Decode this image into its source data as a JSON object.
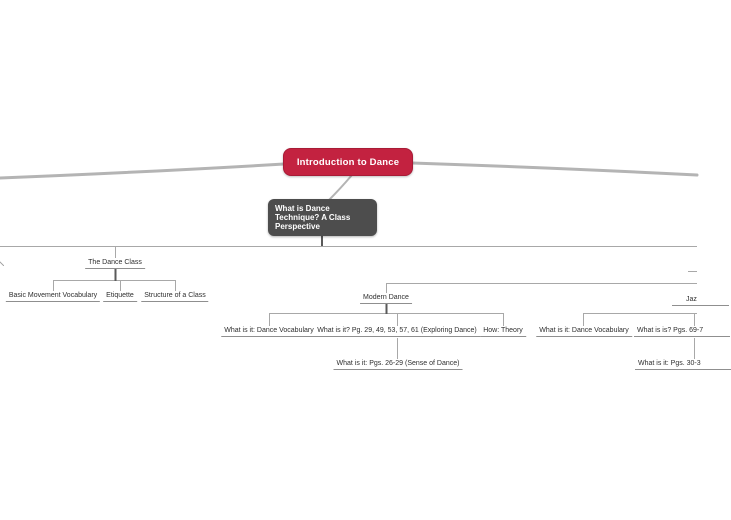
{
  "mindmap": {
    "root": {
      "label": "Introduction to Dance"
    },
    "subtopic": {
      "label": "What is Dance Technique? A Class Perspective"
    },
    "branches": {
      "dance_class": {
        "label": "The Dance Class",
        "children": [
          {
            "label": "Basic Movement Vocabulary"
          },
          {
            "label": "Etiquette"
          },
          {
            "label": "Structure of a Class"
          }
        ]
      },
      "modern_dance": {
        "label": "Modern Dance",
        "children": [
          {
            "label": "What is it: Dance Vocabulary"
          },
          {
            "label": "What is it? Pg. 29, 49, 53, 57, 61 (Exploring Dance)",
            "child": {
              "label": "What is it: Pgs. 26-29 (Sense of Dance)"
            }
          },
          {
            "label": "How: Theory"
          }
        ]
      },
      "jazz": {
        "label": "Jaz",
        "clipped_at_right_edge": true,
        "children": [
          {
            "label": "What is it: Dance Vocabulary"
          },
          {
            "label": "What is is? Pgs. 69-7",
            "clipped_at_right_edge": true,
            "child": {
              "label": "What is it: Pgs. 30-3",
              "clipped_at_right_edge": true
            }
          }
        ]
      }
    },
    "colors": {
      "root_bg": "#c32240",
      "root_text": "#ffffff",
      "subtopic_bg": "#4d4d4d",
      "subtopic_text": "#ffffff",
      "branch_curve": "#b4b4b4",
      "tree_line": "#a8a8a8",
      "trunk_line": "#5a5a5a",
      "label_text": "#2f2f2f",
      "label_underline": "#8f8f8f"
    }
  }
}
